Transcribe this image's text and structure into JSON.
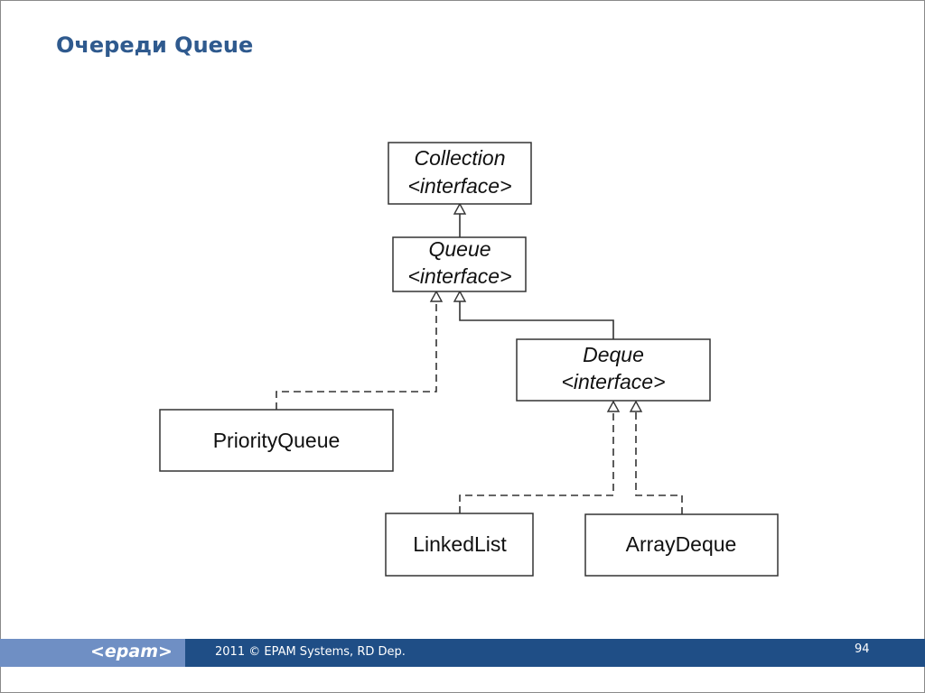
{
  "slide": {
    "title": "Очереди Queue"
  },
  "diagram": {
    "nodes": {
      "collection": {
        "name": "Collection",
        "stereotype": "<interface>"
      },
      "queue": {
        "name": "Queue",
        "stereotype": "<interface>"
      },
      "deque": {
        "name": "Deque",
        "stereotype": "<interface>"
      },
      "priority_queue": {
        "name": "PriorityQueue"
      },
      "linked_list": {
        "name": "LinkedList"
      },
      "array_deque": {
        "name": "ArrayDeque"
      }
    },
    "edges": [
      {
        "from": "Queue",
        "to": "Collection",
        "style": "solid"
      },
      {
        "from": "Deque",
        "to": "Queue",
        "style": "solid"
      },
      {
        "from": "PriorityQueue",
        "to": "Queue",
        "style": "dashed"
      },
      {
        "from": "LinkedList",
        "to": "Deque",
        "style": "dashed"
      },
      {
        "from": "ArrayDeque",
        "to": "Deque",
        "style": "dashed"
      }
    ]
  },
  "footer": {
    "logo": "<epam>",
    "copyright": "2011 © EPAM Systems, RD Dep.",
    "page_number": "94"
  },
  "colors": {
    "title": "#2f5a8e",
    "footer_bar": "#1f4e86",
    "footer_logo_box": "#6f8fc4"
  }
}
